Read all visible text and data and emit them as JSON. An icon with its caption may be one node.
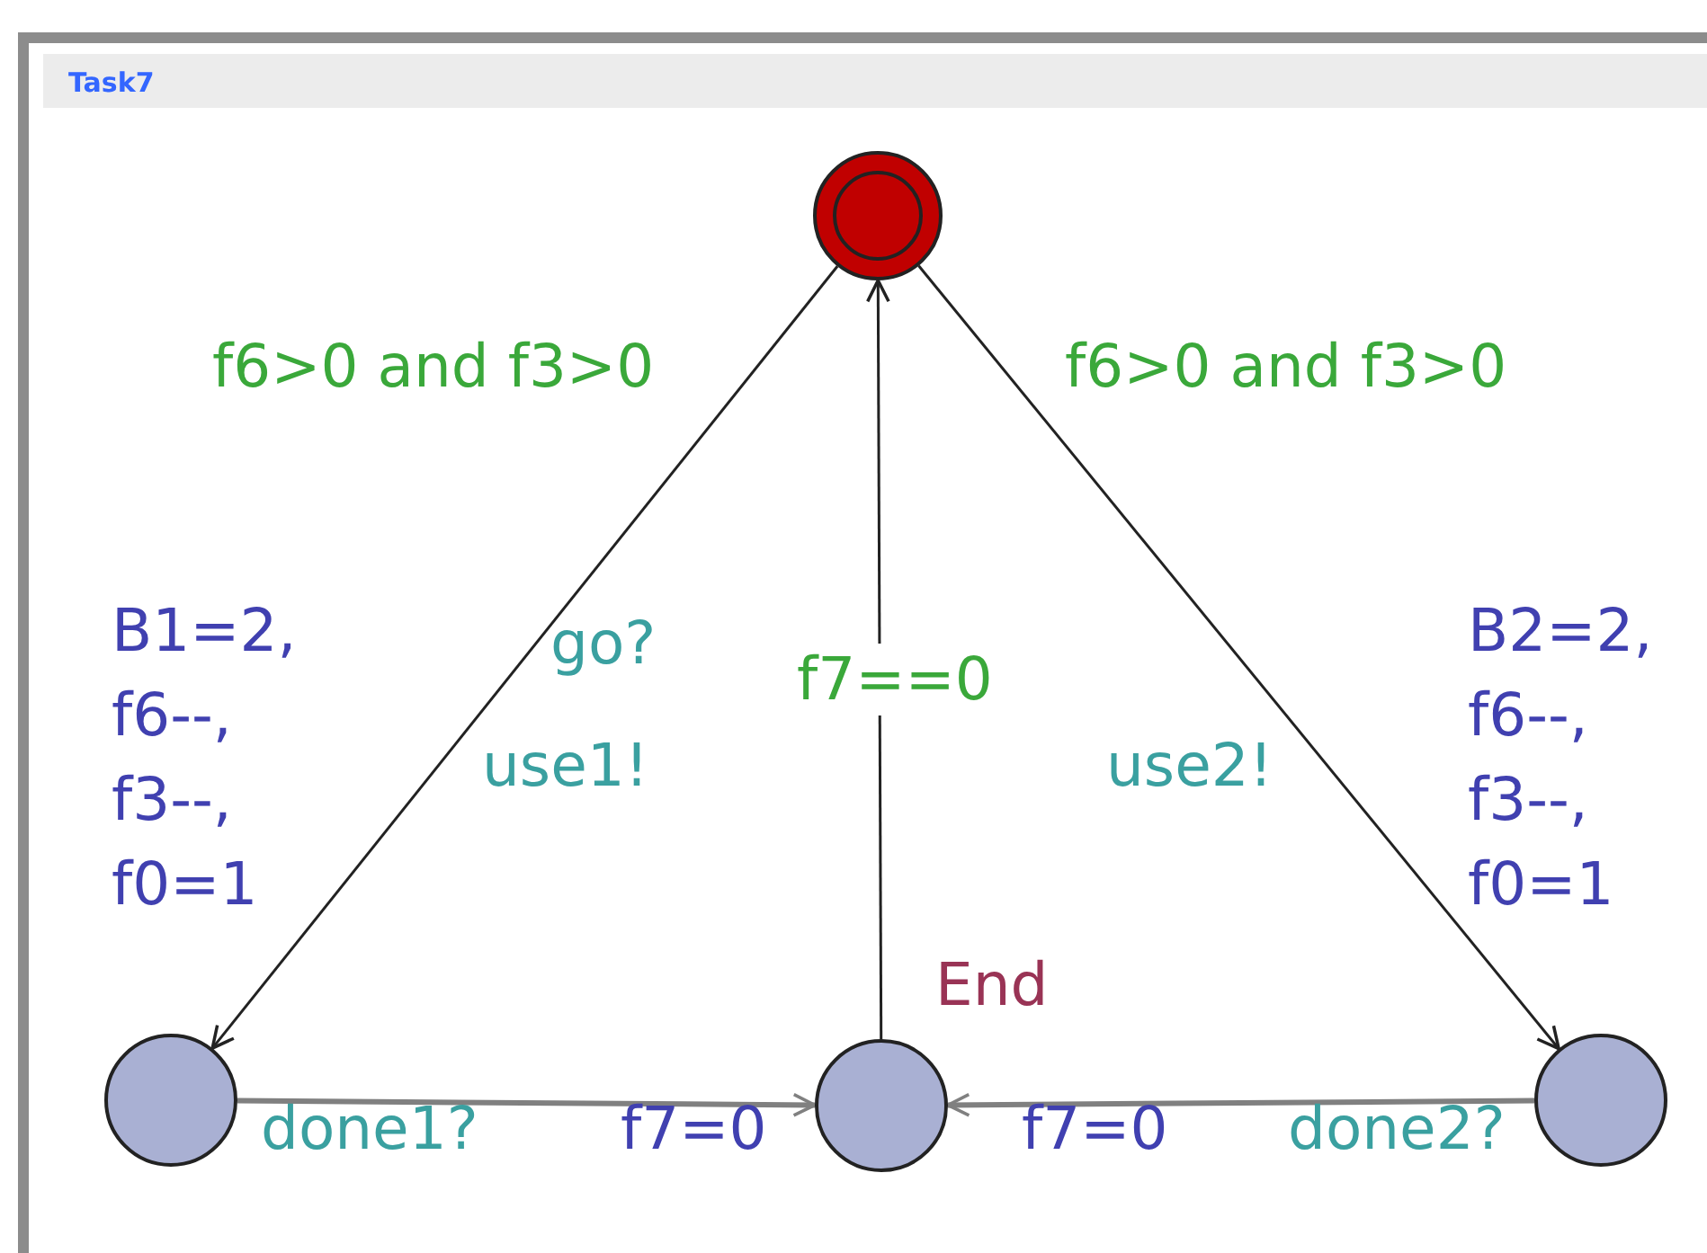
{
  "diagram": {
    "title": "Task7",
    "nodes": [
      {
        "text": [],
        "shape": "circle"
      },
      {
        "text": [],
        "shape": "circle"
      },
      {
        "text": [],
        "shape": "circle",
        "beside": [
          "End"
        ]
      },
      {
        "text": [],
        "shape": "circle"
      }
    ],
    "edges": [
      {
        "from": 0,
        "to": 1,
        "arrow": "to"
      },
      {
        "from": 0,
        "to": 3,
        "arrow": "to"
      },
      {
        "from": 2,
        "to": 0,
        "arrow": "to",
        "label": "f7==0"
      },
      {
        "from": 1,
        "to": 2,
        "arrow": "to",
        "style": "thick",
        "color": "#808080"
      },
      {
        "from": 3,
        "to": 2,
        "arrow": "to",
        "style": "thick",
        "color": "#808080"
      }
    ],
    "labels": [
      "f6>0 and f3>0",
      "f6>0 and f3>0",
      "B1=2, f6--, f3--, f0=1",
      "go?",
      "use1!",
      "use2!",
      "B2=2, f6--, f3--, f0=1",
      "done1?",
      "f7=0",
      "f7=0",
      "done2?"
    ]
  }
}
